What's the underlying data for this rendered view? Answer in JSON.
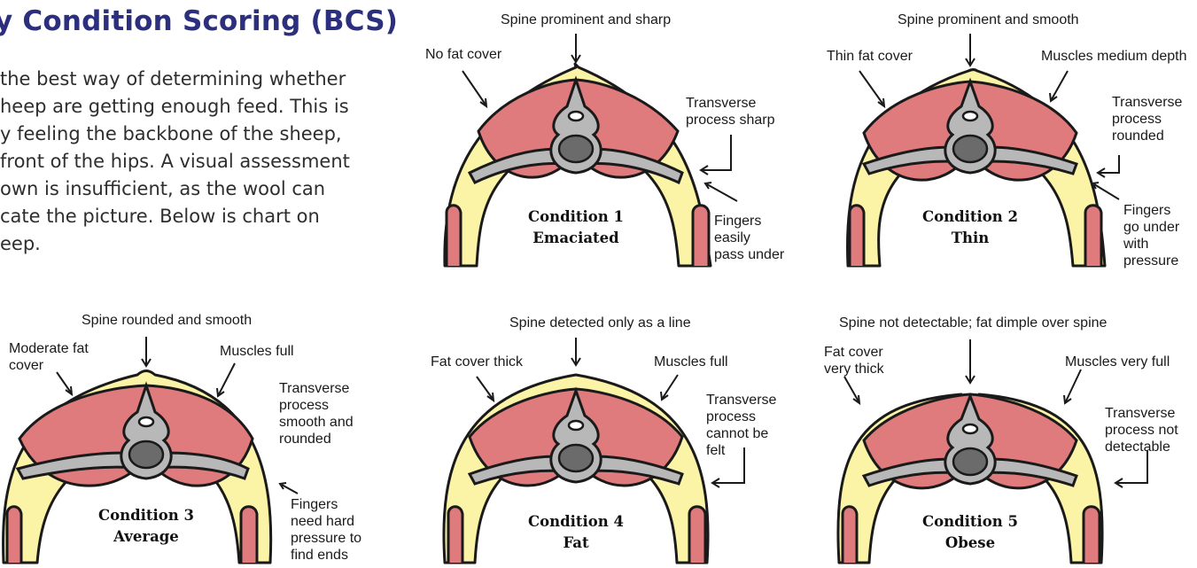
{
  "title": "y Condition Scoring (BCS)",
  "intro_lines": [
    "the best way of determining whether",
    "heep are getting enough feed. This is",
    "y feeling the backbone of the sheep,",
    "front of the hips. A visual assessment",
    "own is insufficient, as the wool can",
    "cate the picture. Below is chart on",
    "eep."
  ],
  "colors": {
    "title": "#2b2f7e",
    "fat": "#fbf3a6",
    "muscle": "#df7a7d",
    "bone": "#b8b8b8",
    "bone_core": "#6b6b6b",
    "outline": "#1a1a1a"
  },
  "conditions": [
    {
      "name": "Condition 1",
      "descriptor": "Emaciated",
      "spine": "Spine prominent and sharp",
      "fat": "No fat cover",
      "transverse": [
        "Transverse",
        "process sharp"
      ],
      "fingers": [
        "Fingers",
        "easily",
        "pass under"
      ]
    },
    {
      "name": "Condition 2",
      "descriptor": "Thin",
      "spine": "Spine prominent and smooth",
      "fat": "Thin fat cover",
      "muscles": "Muscles medium depth",
      "transverse": [
        "Transverse",
        "process",
        "rounded"
      ],
      "fingers": [
        "Fingers",
        "go under",
        "with",
        "pressure"
      ]
    },
    {
      "name": "Condition 3",
      "descriptor": "Average",
      "spine": "Spine rounded and smooth",
      "fat": [
        "Moderate fat",
        "cover"
      ],
      "muscles": "Muscles full",
      "transverse": [
        "Transverse",
        "process",
        "smooth and",
        "rounded"
      ],
      "fingers": [
        "Fingers",
        "need hard",
        "pressure to",
        "find ends"
      ]
    },
    {
      "name": "Condition 4",
      "descriptor": "Fat",
      "spine": "Spine detected only as a line",
      "fat": "Fat cover thick",
      "muscles": "Muscles full",
      "transverse": [
        "Transverse",
        "process",
        "cannot be",
        "felt"
      ]
    },
    {
      "name": "Condition 5",
      "descriptor": "Obese",
      "spine": "Spine not detectable; fat dimple over spine",
      "fat": [
        "Fat cover",
        "very thick"
      ],
      "muscles": "Muscles very full",
      "transverse": [
        "Transverse",
        "process not",
        "detectable"
      ]
    }
  ]
}
